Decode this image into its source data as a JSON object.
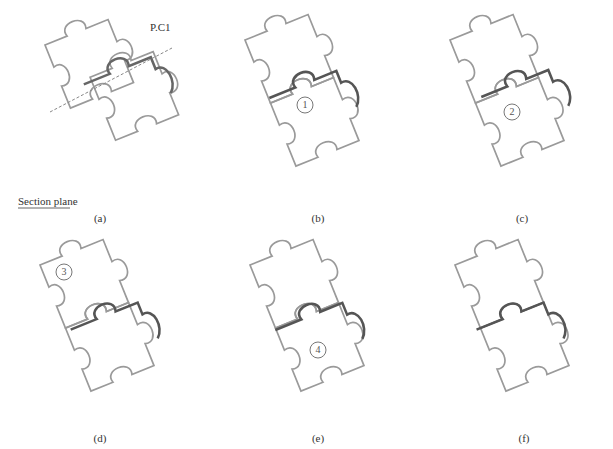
{
  "diagram": {
    "labels": [
      "P.C1",
      "Section plane",
      "(a)",
      "1",
      "(b)",
      "2",
      "(c)",
      "3",
      "(d)",
      "4",
      "(e)",
      "(f)"
    ]
  }
}
